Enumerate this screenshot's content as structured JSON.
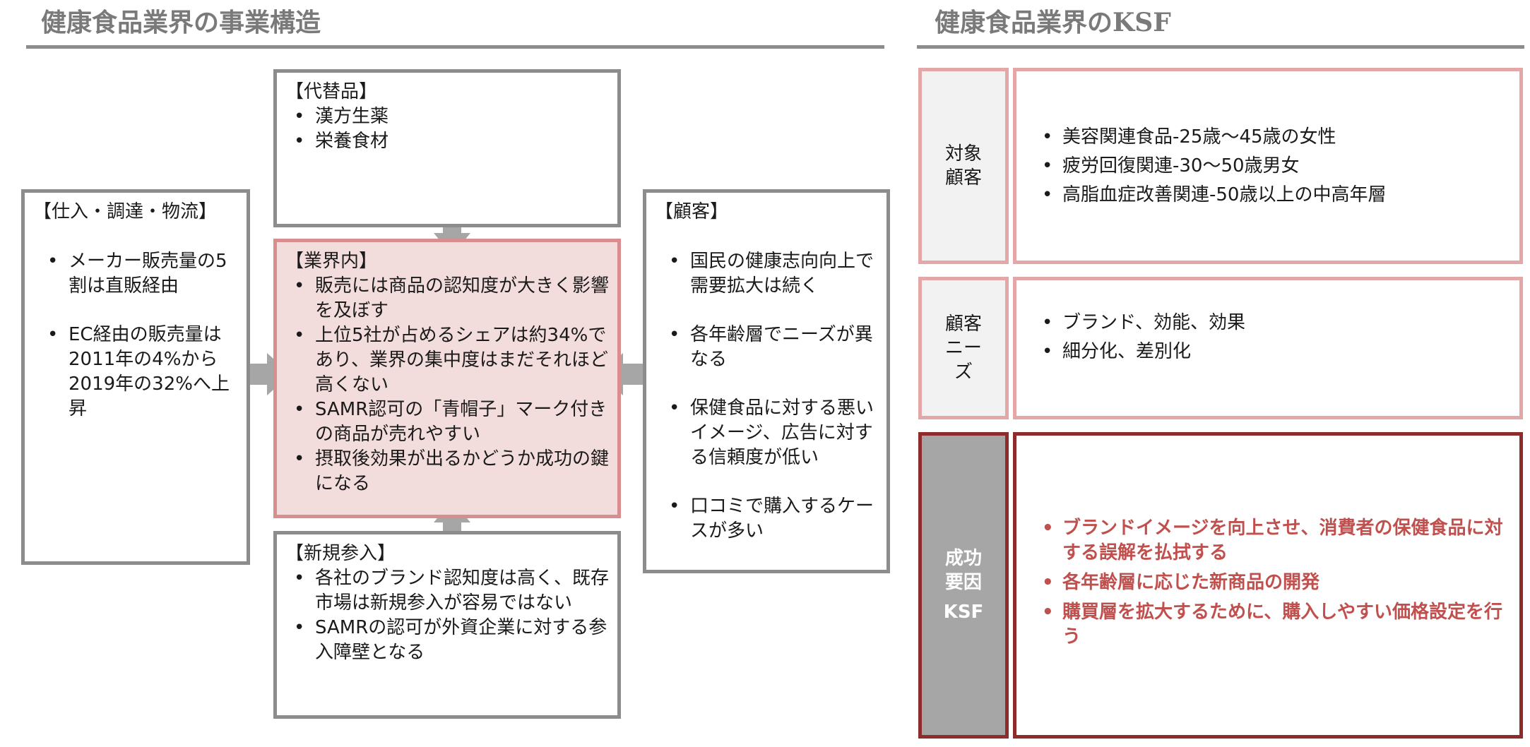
{
  "structure": {
    "title": "健康食品業界の事業構造",
    "substitutes": {
      "heading": "【代替品】",
      "items": [
        "漢方生薬",
        "栄養食材"
      ]
    },
    "suppliers": {
      "heading": "【仕入・調達・物流】",
      "items": [
        "メーカー販売量の5割は直販経由",
        "EC経由の販売量は2011年の4%から2019年の32%へ上昇"
      ]
    },
    "industry": {
      "heading": "【業界内】",
      "items": [
        "販売には商品の認知度が大きく影響を及ぼす",
        "上位5社が占めるシェアは約34%であり、業界の集中度はまだそれほど高くない",
        "SAMR認可の「青帽子」マーク付きの商品が売れやすい",
        "摂取後効果が出るかどうか成功の鍵になる"
      ]
    },
    "customers": {
      "heading": "【顧客】",
      "items": [
        "国民の健康志向向上で需要拡大は続く",
        "各年齢層でニーズが異なる",
        "保健食品に対する悪いイメージ、広告に対する信頼度が低い",
        "口コミで購入するケースが多い"
      ]
    },
    "new_entrants": {
      "heading": "【新規参入】",
      "items": [
        "各社のブランド認知度は高く、既存市場は新規参入が容易ではない",
        "SAMRの認可が外資企業に対する参入障壁となる"
      ]
    }
  },
  "ksf": {
    "title": "健康食品業界のKSF",
    "rows": [
      {
        "label_lines": [
          "対象",
          "顧客"
        ],
        "items": [
          "美容関連食品-25歳～45歳の女性",
          "疲労回復関連-30～50歳男女",
          "高脂血症改善関連-50歳以上の中高年層"
        ]
      },
      {
        "label_lines": [
          "顧客",
          "ニー",
          "ズ"
        ],
        "items": [
          "ブランド、効能、効果",
          "細分化、差別化"
        ]
      },
      {
        "label_lines": [
          "成功",
          "要因",
          "KSF"
        ],
        "items": [
          "ブランドイメージを向上させ、消費者の保健食品に対する誤解を払拭する",
          "各年齢層に応じた新商品の開発",
          "購買層を拡大するために、購入しやすい価格設定を行う"
        ]
      }
    ]
  },
  "colors": {
    "arrow": "#a6a6a6",
    "box_border": "#8c8c8c",
    "pink_border": "#e3a7a7",
    "dark_red": "#8e2b2b",
    "ksf_text": "#c0504d"
  }
}
